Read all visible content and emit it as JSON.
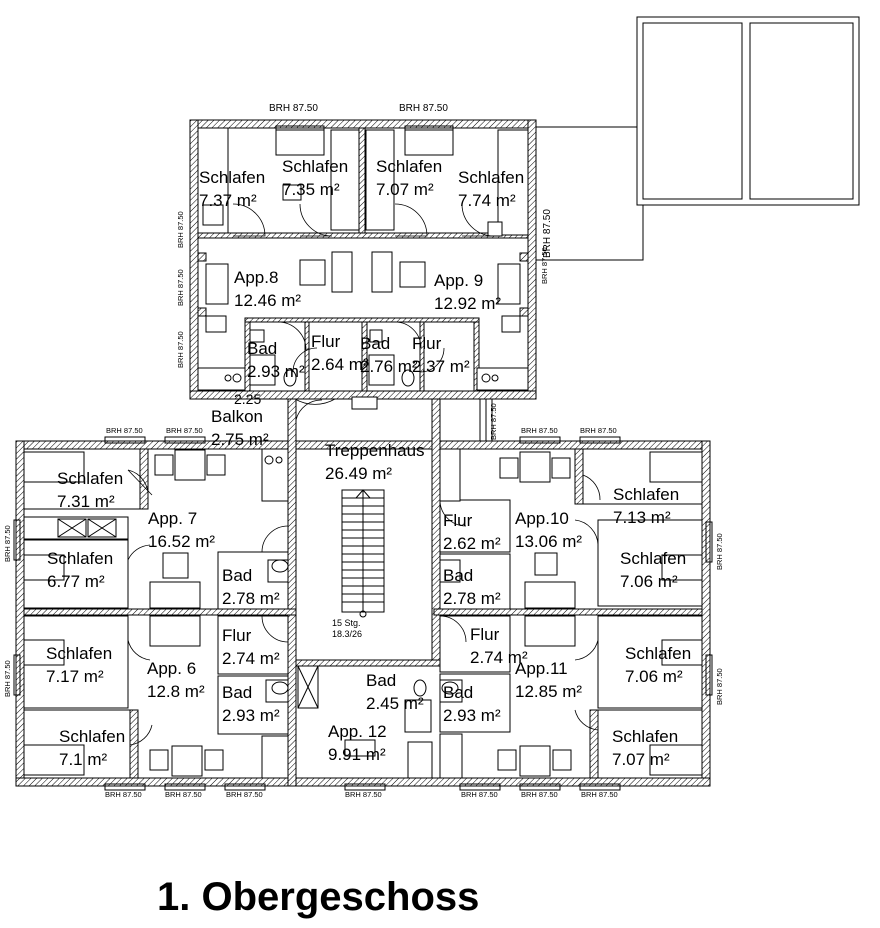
{
  "title": "1. Obergeschoss",
  "brh_top": [
    "BRH 87.50",
    "BRH 87.50"
  ],
  "brh_right_upper": "BRH 87.50",
  "brh_side_small": [
    "BRH 87.50",
    "BRH 87.50",
    "BRH 87.50",
    "BRH 87.50",
    "BRH 87.50"
  ],
  "brh_lower_top": [
    "BRH 87.50",
    "BRH 87.50",
    "BRH 87.50",
    "BRH 87.50"
  ],
  "brh_lower_sides": [
    "BRH 87.50",
    "BRH 87.50",
    "BRH 87.50"
  ],
  "brh_bottom": [
    "BRH 87.50",
    "BRH 87.50",
    "BRH 87.50",
    "BRH 87.50",
    "BRH 87.50",
    "BRH 87.50",
    "BRH 87.50",
    "BRH 87.50"
  ],
  "stair": {
    "steps": "15 Stg.",
    "ratio": "18.3/26"
  },
  "rooms": {
    "app8_schlafen1": {
      "name": "Schlafen",
      "area": "7.37 m²"
    },
    "app8_schlafen2": {
      "name": "Schlafen",
      "area": "7.35 m²"
    },
    "app9_schlafen1": {
      "name": "Schlafen",
      "area": "7.07 m²"
    },
    "app9_schlafen2": {
      "name": "Schlafen",
      "area": "7.74 m²"
    },
    "app8": {
      "name": "App.8",
      "area": "12.46 m²"
    },
    "app9": {
      "name": "App. 9",
      "area": "12.92 m²"
    },
    "app8_bad": {
      "name": "Bad",
      "area": "2.93 m²"
    },
    "app8_flur": {
      "name": "Flur",
      "area": "2.64 m²"
    },
    "app9_bad": {
      "name": "Bad",
      "area": "2.76 m²"
    },
    "app9_flur": {
      "name": "Flur",
      "area": "2.37 m²"
    },
    "balkon_dim": "2.25",
    "balkon": {
      "name": "Balkon",
      "area": "2.75 m²"
    },
    "treppenhaus": {
      "name": "Treppenhaus",
      "area": "26.49 m²"
    },
    "app7_schlafen1": {
      "name": "Schlafen",
      "area": "7.31 m²"
    },
    "app7": {
      "name": "App. 7",
      "area": "16.52 m²"
    },
    "app7_schlafen2": {
      "name": "Schlafen",
      "area": "6.77 m²"
    },
    "app7_bad": {
      "name": "Bad",
      "area": "2.78 m²"
    },
    "app10_flur": {
      "name": "Flur",
      "area": "2.62 m²"
    },
    "app10": {
      "name": "App.10",
      "area": "13.06 m²"
    },
    "app10_schlafen1": {
      "name": "Schlafen",
      "area": "7.13 m²"
    },
    "app10_schlafen2": {
      "name": "Schlafen",
      "area": "7.06 m²"
    },
    "app10_bad": {
      "name": "Bad",
      "area": "2.78 m²"
    },
    "app6_schlafen1": {
      "name": "Schlafen",
      "area": "7.17 m²"
    },
    "app6": {
      "name": "App. 6",
      "area": "12.8 m²"
    },
    "app6_flur": {
      "name": "Flur",
      "area": "2.74 m²"
    },
    "app6_bad": {
      "name": "Bad",
      "area": "2.93 m²"
    },
    "app6_schlafen2": {
      "name": "Schlafen",
      "area": "7.1 m²"
    },
    "app12_bad": {
      "name": "Bad",
      "area": "2.45 m²"
    },
    "app12": {
      "name": "App. 12",
      "area": "9.91 m²"
    },
    "app11_flur": {
      "name": "Flur",
      "area": "2.74 m²"
    },
    "app11": {
      "name": "App.11",
      "area": "12.85 m²"
    },
    "app11_bad": {
      "name": "Bad",
      "area": "2.93 m²"
    },
    "app11_schlafen1": {
      "name": "Schlafen",
      "area": "7.06 m²"
    },
    "app11_schlafen2": {
      "name": "Schlafen",
      "area": "7.07 m²"
    }
  }
}
